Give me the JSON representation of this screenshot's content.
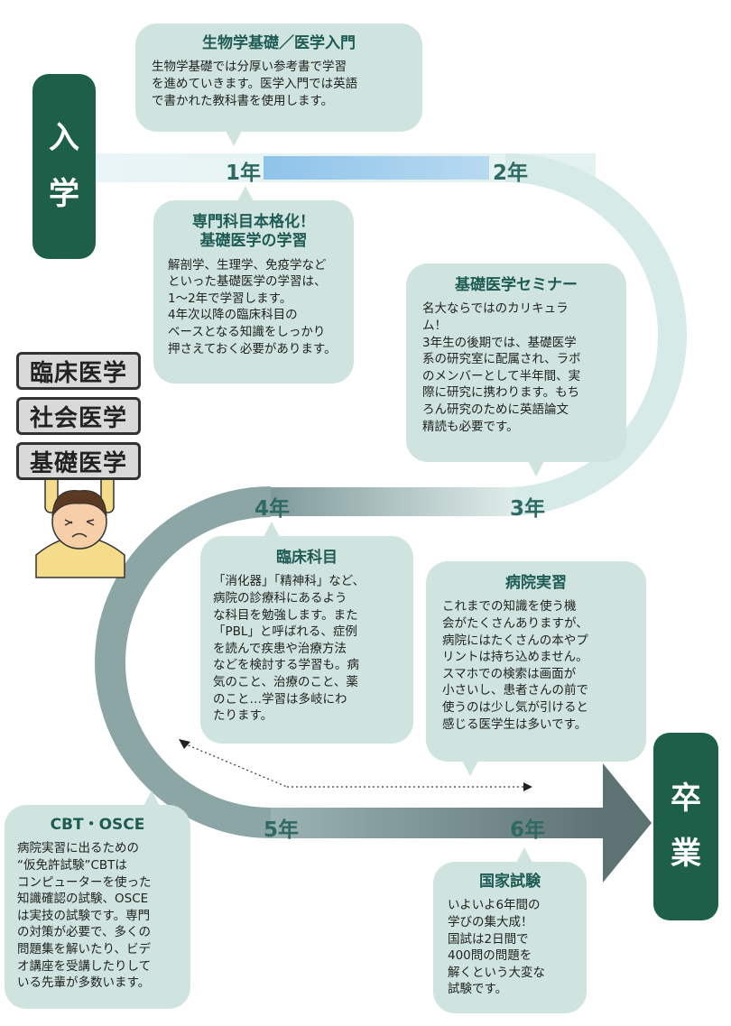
{
  "side_labels": {
    "entrance": [
      "入",
      "学"
    ],
    "graduation": [
      "卒",
      "業"
    ]
  },
  "years": {
    "y1": "1年",
    "y2": "2年",
    "y3": "3年",
    "y4": "4年",
    "y5": "5年",
    "y6": "6年"
  },
  "signs": [
    "臨床医学",
    "社会医学",
    "基礎医学"
  ],
  "bubbles": {
    "biology": {
      "title": "生物学基礎／医学入門",
      "body": "生物学基礎では分厚い参考書で学習\nを進めていきます。医学入門では英語\nで書かれた教科書を使用します。"
    },
    "specialty": {
      "title": "専門科目本格化！\n基礎医学の学習",
      "body": "解剖学、生理学、免疫学など\nといった基礎医学の学習は、\n1～2年で学習します。\n4年次以降の臨床科目の\nベースとなる知識をしっかり\n押さえておく必要があります。"
    },
    "seminar": {
      "title": "基礎医学セミナー",
      "body": "名大ならではのカリキュラ\nム！\n3年生の後期では、基礎医学\n系の研究室に配属され、ラボ\nのメンバーとして半年間、実\n際に研究に携わります。もち\nろん研究のために英語論文\n精読も必要です。"
    },
    "clinical": {
      "title": "臨床科目",
      "body": "「消化器」「精神科」など、\n病院の診療科にあるよう\nな科目を勉強します。また\n「PBL」と呼ばれる、症例\nを読んで疾患や治療方法\nなどを検討する学習も。病\n気のこと、治療のこと、薬\nのこと…学習は多岐にわ\nたります。"
    },
    "hospital": {
      "title": "病院実習",
      "body": "これまでの知識を使う機\n会がたくさんありますが、\n病院にはたくさんの本やプ\nリントは持ち込めません。\nスマホでの検索は画面が\n小さいし、患者さんの前で\n使うのは少し気が引けると\n感じる医学生は多いです。"
    },
    "cbt": {
      "title": "CBT・OSCE",
      "body": "病院実習に出るための\n“仮免許試験”CBTは\nコンピューターを使った\n知識確認の試験、OSCE\nは実技の試験です。専門\nの対策が必要で、多くの\n問題集を解いたり、ビデ\nオ講座を受講したりして\nいる先輩が多数います。"
    },
    "exam": {
      "title": "国家試験",
      "body": "いよいよ6年間の\n学びの集大成！\n国試は2日間で\n400問の問題を\n解くという大変な\n試験です。"
    }
  },
  "colors": {
    "bubble_bg": "#cfe4df",
    "title_text": "#1e5b54",
    "label_box": "#1d5f48",
    "track_light": "#dff0ee",
    "track_blue": "#9cc9ea",
    "track_dark": "#5d7273"
  }
}
